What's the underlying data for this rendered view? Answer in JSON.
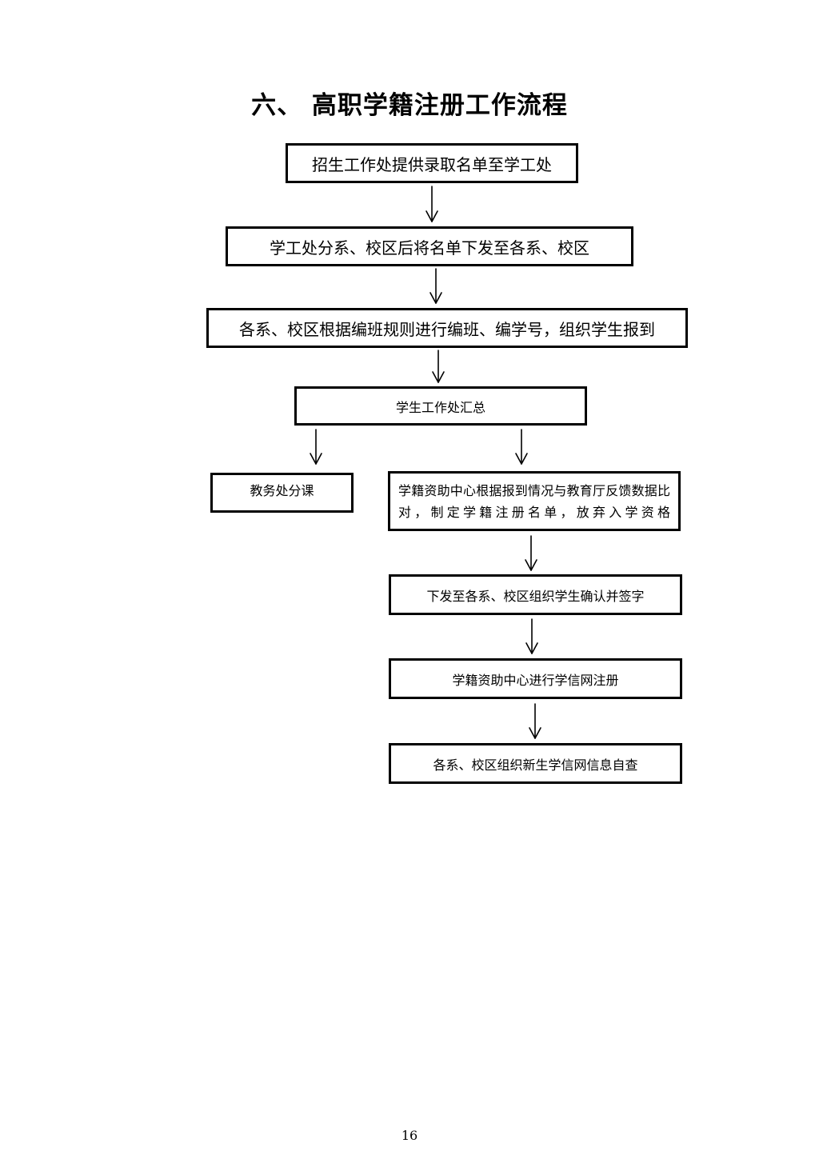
{
  "title": "六、 高职学籍注册工作流程",
  "steps": {
    "s1": "招生工作处提供录取名单至学工处",
    "s2": "学工处分系、校区后将名单下发至各系、校区",
    "s3": "各系、校区根据编班规则进行编班、编学号，组织学生报到",
    "s4": "学生工作处汇总",
    "s5": "教务处分课",
    "s6": "学籍资助中心根据报到情况与教育厅反馈数据比对，制定学籍注册名单，放弃入学资格",
    "s7": "下发至各系、校区组织学生确认并签字",
    "s8": "学籍资助中心进行学信网注册",
    "s9": "各系、校区组织新生学信网信息自查"
  },
  "page_number": "16"
}
